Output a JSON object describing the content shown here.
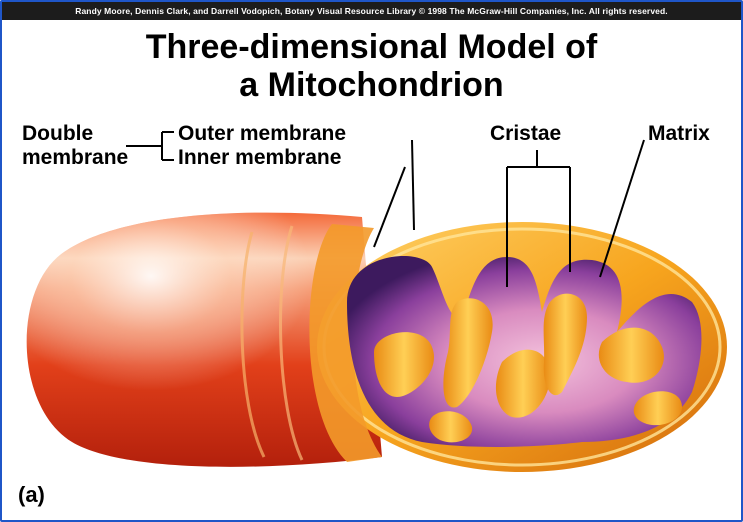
{
  "credit": "Randy Moore, Dennis Clark, and Darrell Vodopich, Botany Visual Resource Library © 1998 The McGraw-Hill Companies, Inc. All rights reserved.",
  "title": {
    "line1": "Three-dimensional Model of",
    "line2": "a Mitochondrion"
  },
  "labels": {
    "double_line1": "Double",
    "double_line2": "membrane",
    "outer": "Outer membrane",
    "inner": "Inner membrane",
    "cristae": "Cristae",
    "matrix": "Matrix"
  },
  "panel_label": "(a)",
  "colors": {
    "frame": "#1f56c8",
    "credit_bg": "#1c1c1c",
    "outer_body": "#e2401a",
    "membrane_orange": "#f7a51e",
    "matrix_purple": "#6a2d86",
    "matrix_pink": "#e6a0c9"
  }
}
